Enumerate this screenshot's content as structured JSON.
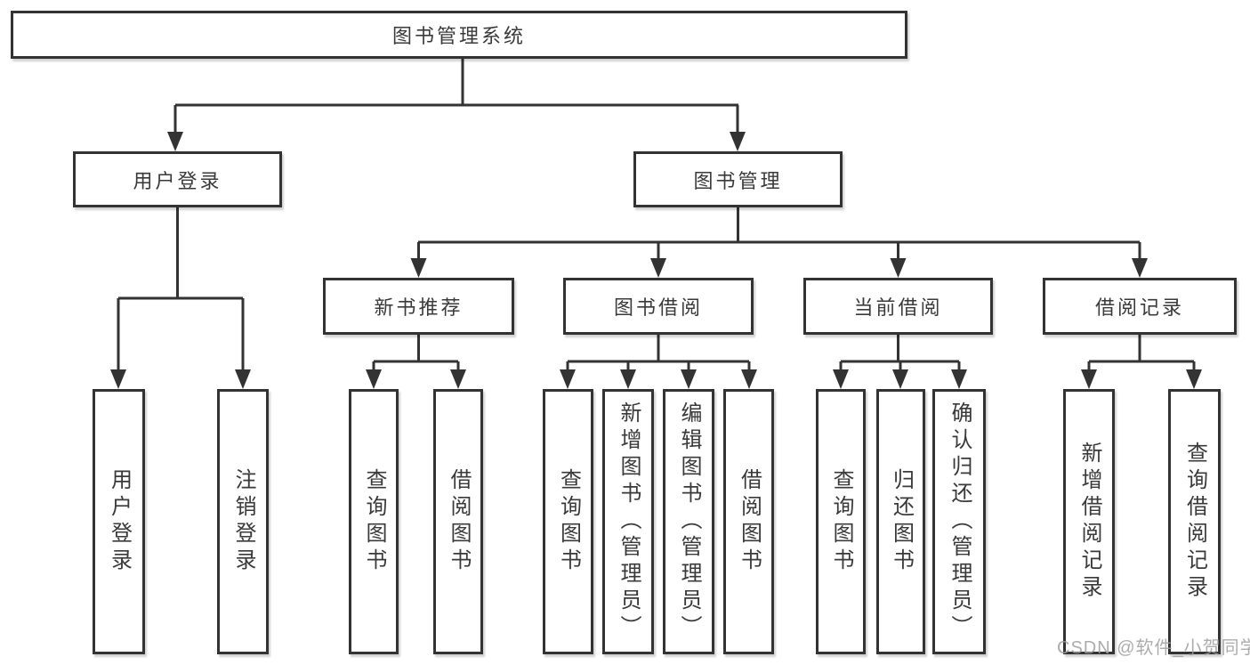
{
  "diagram": {
    "root": {
      "label": "图书管理系统"
    },
    "level2": [
      {
        "id": "user-login",
        "label": "用户登录"
      },
      {
        "id": "book-management",
        "label": "图书管理"
      }
    ],
    "level3": [
      {
        "id": "new-book-recommend",
        "label": "新书推荐"
      },
      {
        "id": "book-borrow",
        "label": "图书借阅"
      },
      {
        "id": "current-borrow",
        "label": "当前借阅"
      },
      {
        "id": "borrow-records",
        "label": "借阅记录"
      }
    ],
    "leaves": [
      {
        "label": "用户登录",
        "parent": "用户登录"
      },
      {
        "label": "注销登录",
        "parent": "用户登录"
      },
      {
        "label": "查询图书",
        "parent": "新书推荐"
      },
      {
        "label": "借阅图书",
        "parent": "新书推荐"
      },
      {
        "label": "查询图书",
        "parent": "图书借阅"
      },
      {
        "label": "新增图书（管理员）",
        "parent": "图书借阅"
      },
      {
        "label": "编辑图书（管理员）",
        "parent": "图书借阅"
      },
      {
        "label": "借阅图书",
        "parent": "图书借阅"
      },
      {
        "label": "查询图书",
        "parent": "当前借阅"
      },
      {
        "label": "归还图书",
        "parent": "当前借阅"
      },
      {
        "label": "确认归还（管理员）",
        "parent": "当前借阅"
      },
      {
        "label": "新增借阅记录",
        "parent": "借阅记录"
      },
      {
        "label": "查询借阅记录",
        "parent": "借阅记录"
      }
    ]
  },
  "watermark": {
    "text": "CSDN @软件_小贺同学"
  },
  "colors": {
    "line": "#333333",
    "text": "#3a3a3a",
    "background": "#ffffff"
  }
}
